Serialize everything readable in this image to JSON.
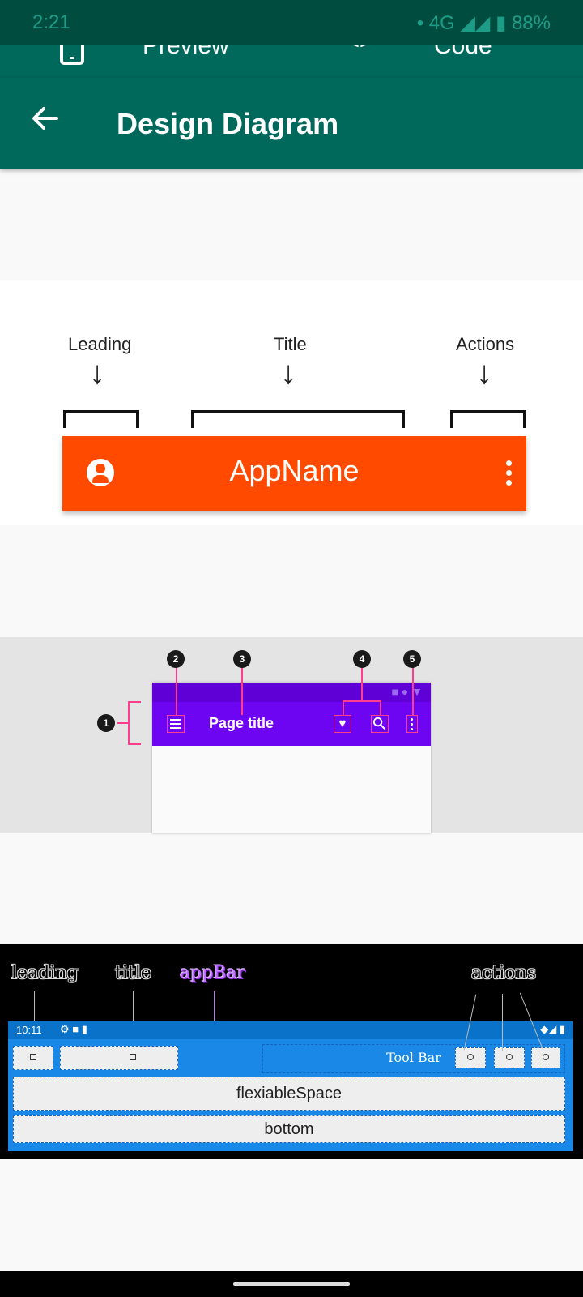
{
  "status_bar": {
    "time": "2:21",
    "network": "4G",
    "battery": "88%"
  },
  "top_tabs": {
    "preview_label": "Preview",
    "code_label": "Code"
  },
  "app_bar": {
    "title": "Design Diagram"
  },
  "diagram1": {
    "leading": "Leading",
    "title": "Title",
    "actions": "Actions",
    "appname": "AppName",
    "bar_color": "#ff4a00"
  },
  "diagram2": {
    "page_title": "Page title",
    "badges": [
      "1",
      "2",
      "3",
      "4",
      "5"
    ],
    "bar_color": "#6d05f2",
    "highlight_color": "#ff3d8f"
  },
  "diagram3": {
    "leading": "leading",
    "title": "title",
    "appbar": "appBar",
    "actions": "actions",
    "status_time": "10:11",
    "toolbar": "Tool Bar",
    "flexible_space": "flexiableSpace",
    "bottom": "bottom"
  },
  "colors": {
    "primary": "#00695c",
    "status_bar": "#004d40"
  }
}
